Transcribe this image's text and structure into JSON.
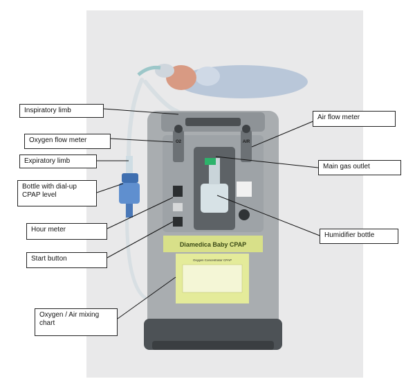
{
  "device": {
    "brand_label": "Diamedica Baby CPAP",
    "o2_port_label": "O2",
    "air_port_label": "AIR",
    "chart_title": "Oxygen Concentrator CPAP"
  },
  "labels": [
    {
      "id": "inspiratory-limb",
      "text": "Inspiratory limb"
    },
    {
      "id": "oxygen-flow-meter",
      "text": "Oxygen flow meter"
    },
    {
      "id": "expiratory-limb",
      "text": "Expiratory limb"
    },
    {
      "id": "bottle-cpap-level",
      "text": "Bottle with dial-up\nCPAP level"
    },
    {
      "id": "hour-meter",
      "text": "Hour meter"
    },
    {
      "id": "start-button",
      "text": "Start button"
    },
    {
      "id": "mixing-chart",
      "text": "Oxygen / Air mixing\nchart"
    },
    {
      "id": "air-flow-meter",
      "text": "Air flow meter"
    },
    {
      "id": "main-gas-outlet",
      "text": "Main gas outlet"
    },
    {
      "id": "humidifier-bottle",
      "text": "Humidifier bottle"
    }
  ],
  "colors": {
    "backdrop": "#e9e9ea",
    "machine_body": "#a9adb0",
    "machine_dark": "#5d6266",
    "label_panel": "#d8e089",
    "blanket": "#b9c7d9",
    "cpap_bottle": "#3f6fb0"
  }
}
